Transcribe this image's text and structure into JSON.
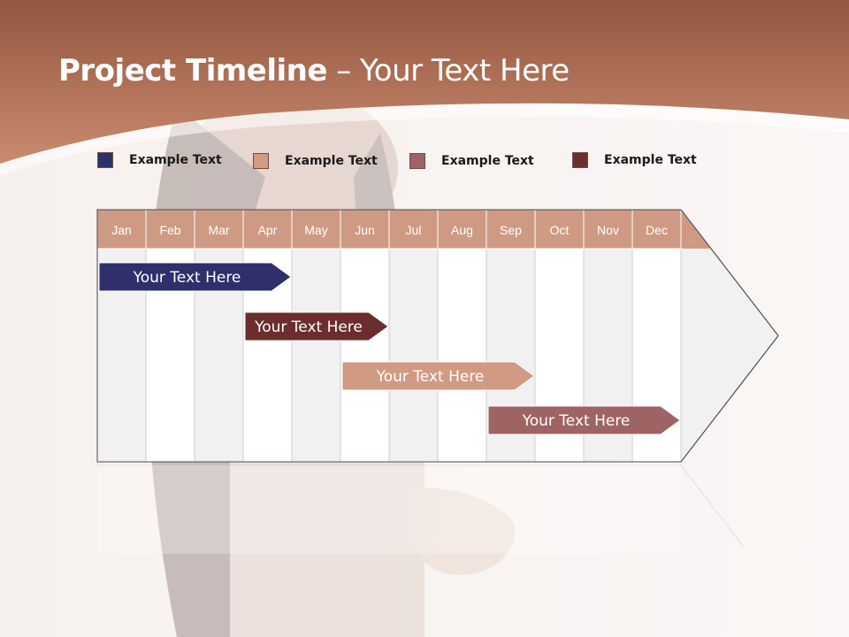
{
  "slide": {
    "title_bold": "Project Timeline",
    "title_sep": " – ",
    "title_rest": "Your Text Here"
  },
  "colors": {
    "header_brown": "#b4745a",
    "month_header": "#cf9a84",
    "navy": "#2e2f6b",
    "tan": "#d09a83",
    "mauve": "#9e6363",
    "maroon": "#6b2d2d"
  },
  "legend": [
    {
      "label": "Example Text",
      "color": "#2e2f6b"
    },
    {
      "label": "Example Text",
      "color": "#d09a83"
    },
    {
      "label": "Example Text",
      "color": "#9e6363"
    },
    {
      "label": "Example Text",
      "color": "#6b2d2d"
    }
  ],
  "timeline": {
    "months": [
      "Jan",
      "Feb",
      "Mar",
      "Apr",
      "May",
      "Jun",
      "Jul",
      "Aug",
      "Sep",
      "Oct",
      "Nov",
      "Dec"
    ],
    "tasks": [
      {
        "label": "Your  Text Here",
        "start": "Jan",
        "end": "Apr",
        "color": "#2e2f6b"
      },
      {
        "label": "Your  Text Here",
        "start": "Apr",
        "end": "Jun",
        "color": "#6b2d2d"
      },
      {
        "label": "Your  Text Here",
        "start": "Jun",
        "end": "Sep",
        "color": "#d09a83"
      },
      {
        "label": "Your  Text Here",
        "start": "Sep",
        "end": "Dec",
        "color": "#9e6363"
      }
    ]
  }
}
